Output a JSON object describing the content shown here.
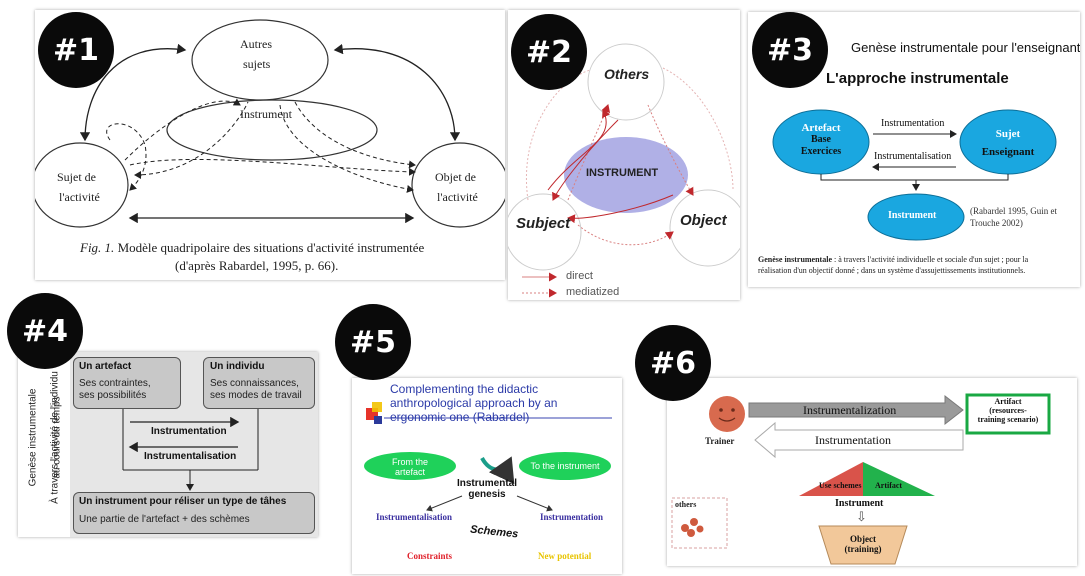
{
  "badges": {
    "b1": "#1",
    "b2": "#2",
    "b3": "#3",
    "b4": "#4",
    "b5": "#5",
    "b6": "#6"
  },
  "p1": {
    "autres": "Autres",
    "sujets": "sujets",
    "instrument": "Instrument",
    "sujet_line1": "Sujet de",
    "sujet_line2": "l'activité",
    "objet_line1": "Objet de",
    "objet_line2": "l'activité",
    "fig_label": "Fig. 1.",
    "caption_line1": "Modèle quadripolaire des situations d'activité instrumentée",
    "caption_line2": "(d'après Rabardel, 1995, p. 66)."
  },
  "p2": {
    "others": "Others",
    "instrument": "INSTRUMENT",
    "subject": "Subject",
    "object": "Object",
    "legend_direct": "direct",
    "legend_mediatized": "mediatized"
  },
  "p3": {
    "header": "Genèse instrumentale pour l'enseignant",
    "title": "L'approche instrumentale",
    "artefact_l1": "Artefact",
    "artefact_l2": "Base",
    "artefact_l3": "Exercices",
    "sujet_l1": "Sujet",
    "sujet_l2": "Enseignant",
    "instrumentation": "Instrumentation",
    "instrumentalisation": "Instrumentalisation",
    "instrument": "Instrument",
    "ref_l1": "(Rabardel 1995, Guin et",
    "ref_l2": "Trouche 2002)",
    "def_bold": "Genèse instrumentale",
    "def_l1": " : à travers l'activité individuelle et sociale d'un sujet ; pour la",
    "def_l2": "réalisation d'un objectif donné ; dans un système d'assujettissements institutionnels."
  },
  "p4": {
    "side_l1": "Genèse instrumentale",
    "side_l2": "À travers l'activité de l'individu",
    "side_l3": "au cours du temps",
    "artefact_title": "Un artefact",
    "artefact_l1": "Ses contraintes,",
    "artefact_l2": "ses possibilités",
    "individu_title": "Un individu",
    "individu_l1": "Ses connaissances,",
    "individu_l2": "ses modes de travail",
    "instrumentation": "Instrumentation",
    "instrumentalisation": "Instrumentalisation",
    "bottom_title": "Un instrument pour réliser un type de tâhes",
    "bottom_sub": "Une partie de l'artefact + des schèmes"
  },
  "p5": {
    "title_l1": "Complementing the didactic",
    "title_l2": "anthropological approach by an",
    "title_l3": "ergonomic one (Rabardel)",
    "from_l1": "From the",
    "from_l2": "artefact",
    "to": "To the instrument",
    "genesis_l1": "Instrumental",
    "genesis_l2": "genesis",
    "instrumentalisation": "Instrumentalisation",
    "instrumentation": "Instrumentation",
    "schemes": "Schemes",
    "constraints": "Constraints",
    "potential": "New potential"
  },
  "p6": {
    "trainer": "Trainer",
    "instrumentalization": "Instrumentalization",
    "instrumentation": "Instrumentation",
    "artifact_box_l1": "Artifact",
    "artifact_box_l2": "(resources-",
    "artifact_box_l3": "training scenario)",
    "use_schemes": "Use schemes",
    "artifact": "Artifact",
    "instrument": "Instrument",
    "down_arrow": "⇩",
    "others": "others",
    "object_l1": "Object",
    "object_l2": "(training)"
  }
}
